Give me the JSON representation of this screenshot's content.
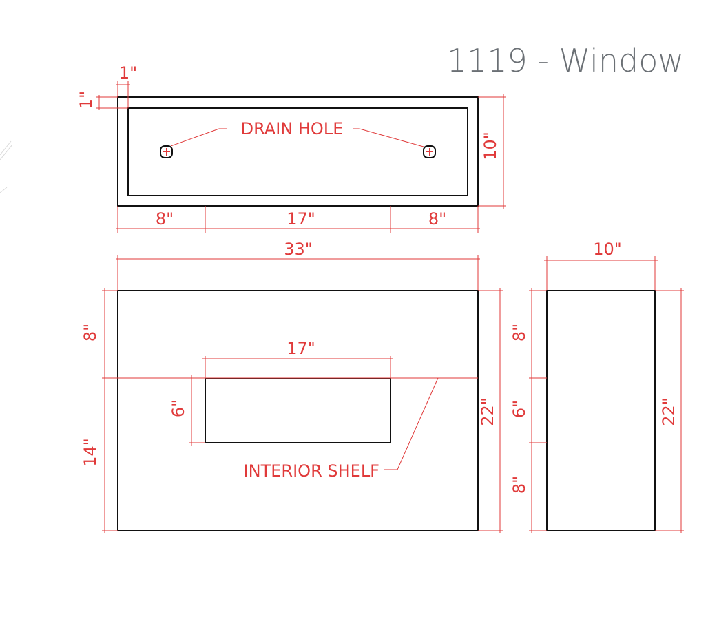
{
  "title": "1119 - Window",
  "colors": {
    "outline": "#111111",
    "dimension": "#e03a3a",
    "title": "#6b7075",
    "ghost": "#d9d9d9"
  },
  "top_view": {
    "wall_width": "1\"",
    "wall_depth": "1\"",
    "depth": "10\"",
    "left_offset": "8\"",
    "center_span": "17\"",
    "right_offset": "8\"",
    "overall_length": "33\"",
    "drain_hole_label": "DRAIN HOLE"
  },
  "front_view": {
    "top_height": "8\"",
    "bottom_height": "14\"",
    "overall_height": "22\"",
    "shelf_width": "17\"",
    "shelf_height": "6\"",
    "shelf_label": "INTERIOR SHELF"
  },
  "side_view": {
    "width": "10\"",
    "top_height": "8\"",
    "middle_height": "6\"",
    "bottom_height": "8\"",
    "overall_height": "22\""
  }
}
